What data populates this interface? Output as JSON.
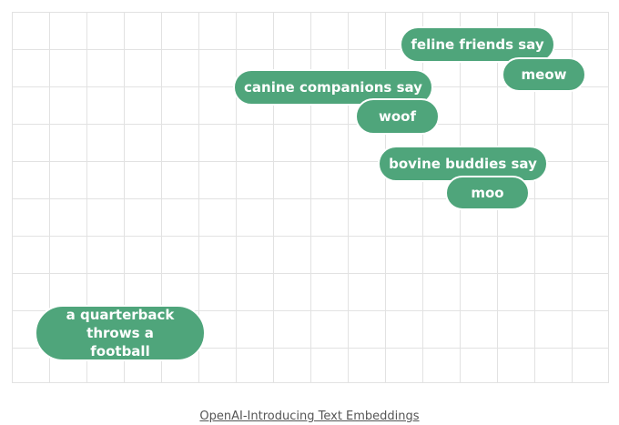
{
  "phrases": [
    {
      "id": "feline",
      "text": "feline friends say"
    },
    {
      "id": "meow",
      "text": "meow"
    },
    {
      "id": "canine",
      "text": "canine companions say"
    },
    {
      "id": "woof",
      "text": "woof"
    },
    {
      "id": "bovine",
      "text": "bovine buddies say"
    },
    {
      "id": "moo",
      "text": "moo"
    },
    {
      "id": "quarterback",
      "text": "a quarterback throws a football"
    }
  ],
  "caption": "OpenAI-Introducing Text Embeddings",
  "colors": {
    "pill": "#4fa57b",
    "grid": "#e2e2e2"
  }
}
